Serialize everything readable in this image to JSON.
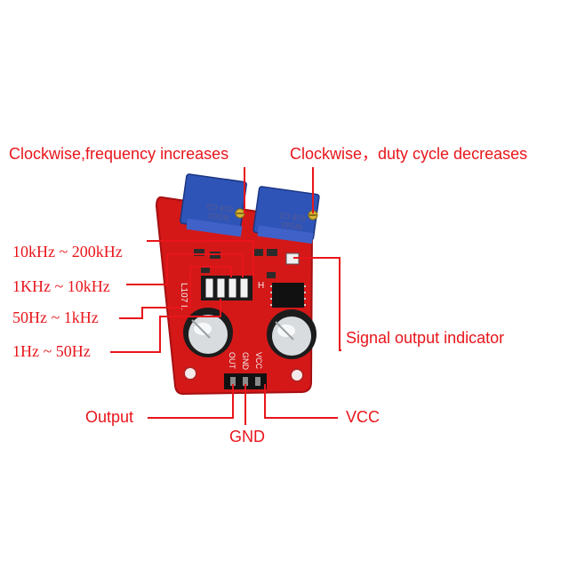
{
  "labels": {
    "freq_pot": "Clockwise,frequency increases",
    "duty_pot": "Clockwise，duty cycle decreases",
    "range_10k_200k": "10kHz ~ 200kHz",
    "range_1k_10k": "1KHz ~ 10kHz",
    "range_50_1k": "50Hz ~ 1kHz",
    "range_1_50": "1Hz ~ 50Hz",
    "signal_indicator": "Signal output indicator",
    "output": "Output",
    "gnd": "GND",
    "vcc": "VCC"
  },
  "board": {
    "pin_out": "OUT",
    "pin_gnd": "GND",
    "pin_vcc": "VCC",
    "pot1_code": "W103",
    "pot1_series": "018 C0",
    "pot2_code": "W103",
    "pot2_series": "018 C0",
    "silk_model": "L107 L",
    "silk_h": "H"
  },
  "colors": {
    "annotation": "#e8151b",
    "pcb": "#d41818",
    "pot_body": "#2f54b8",
    "capacitor": "#1c1c1c"
  }
}
